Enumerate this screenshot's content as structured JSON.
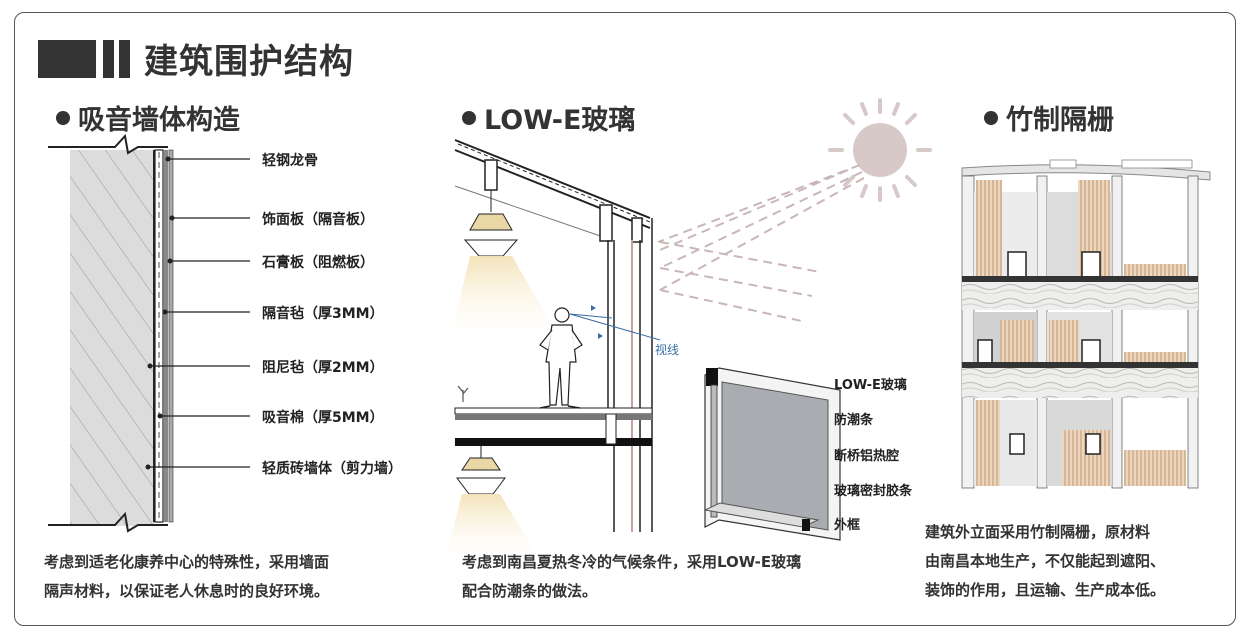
{
  "title": "建筑围护结构",
  "sections": [
    {
      "title": "吸音墙体构造",
      "layers": [
        "轻钢龙骨",
        "饰面板（隔音板）",
        "石膏板（阻燃板）",
        "隔音毡（厚3MM）",
        "阻尼毡（厚2MM）",
        "吸音棉（厚5MM）",
        "轻质砖墙体（剪力墙）"
      ],
      "desc": [
        "考虑到适老化康养中心的特殊性，采用墙面",
        "隔声材料，以保证老人休息时的良好环境。"
      ]
    },
    {
      "title": "LOW-E玻璃",
      "sight_label": "视线",
      "window_parts": [
        "LOW-E玻璃",
        "防潮条",
        "断桥铝热腔",
        "玻璃密封胶条",
        "外框"
      ],
      "desc": [
        "考虑到南昌夏热冬冷的气候条件，采用LOW-E玻璃",
        "配合防潮条的做法。"
      ]
    },
    {
      "title": "竹制隔栅",
      "desc": [
        "建筑外立面采用竹制隔栅，原材料",
        "由南昌本地生产，不仅能起到遮阳、",
        "装饰的作用，且运输、生产成本低。"
      ]
    }
  ],
  "colors": {
    "text": "#333333",
    "sun": "#d8c9c9",
    "glass": "#a9adb1",
    "bamboo": "#d9b48f",
    "sight": "#3a6fa5"
  }
}
